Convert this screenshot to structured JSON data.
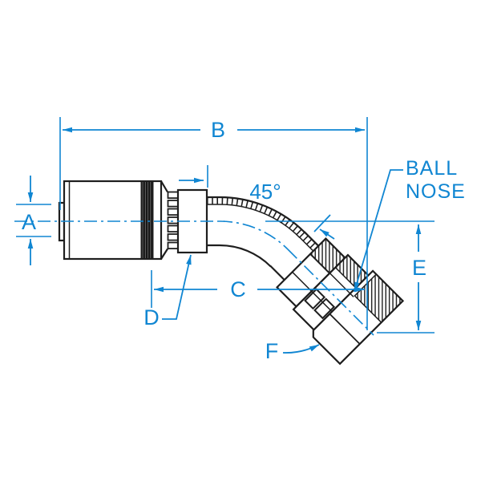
{
  "drawing": {
    "background_color": "#ffffff",
    "outline_color": "#1e1e1e",
    "annotation_color": "#1086d2",
    "dimension_labels": {
      "a": "A",
      "b": "B",
      "c": "C",
      "d": "D",
      "e": "E",
      "f": "F"
    },
    "angle_label": "45°",
    "ball_nose_callout": {
      "line1": "BALL",
      "line2": "NOSE"
    }
  }
}
